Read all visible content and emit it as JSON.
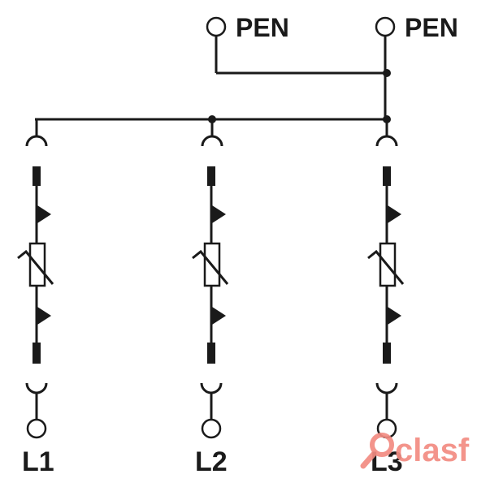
{
  "terminals": {
    "pen_left": "PEN",
    "pen_right": "PEN",
    "l1": "L1",
    "l2": "L2",
    "l3": "L3"
  },
  "watermark": {
    "text": "clasf",
    "color": "#f28b82"
  },
  "colors": {
    "line": "#1a1a1a",
    "background": "#ffffff"
  }
}
